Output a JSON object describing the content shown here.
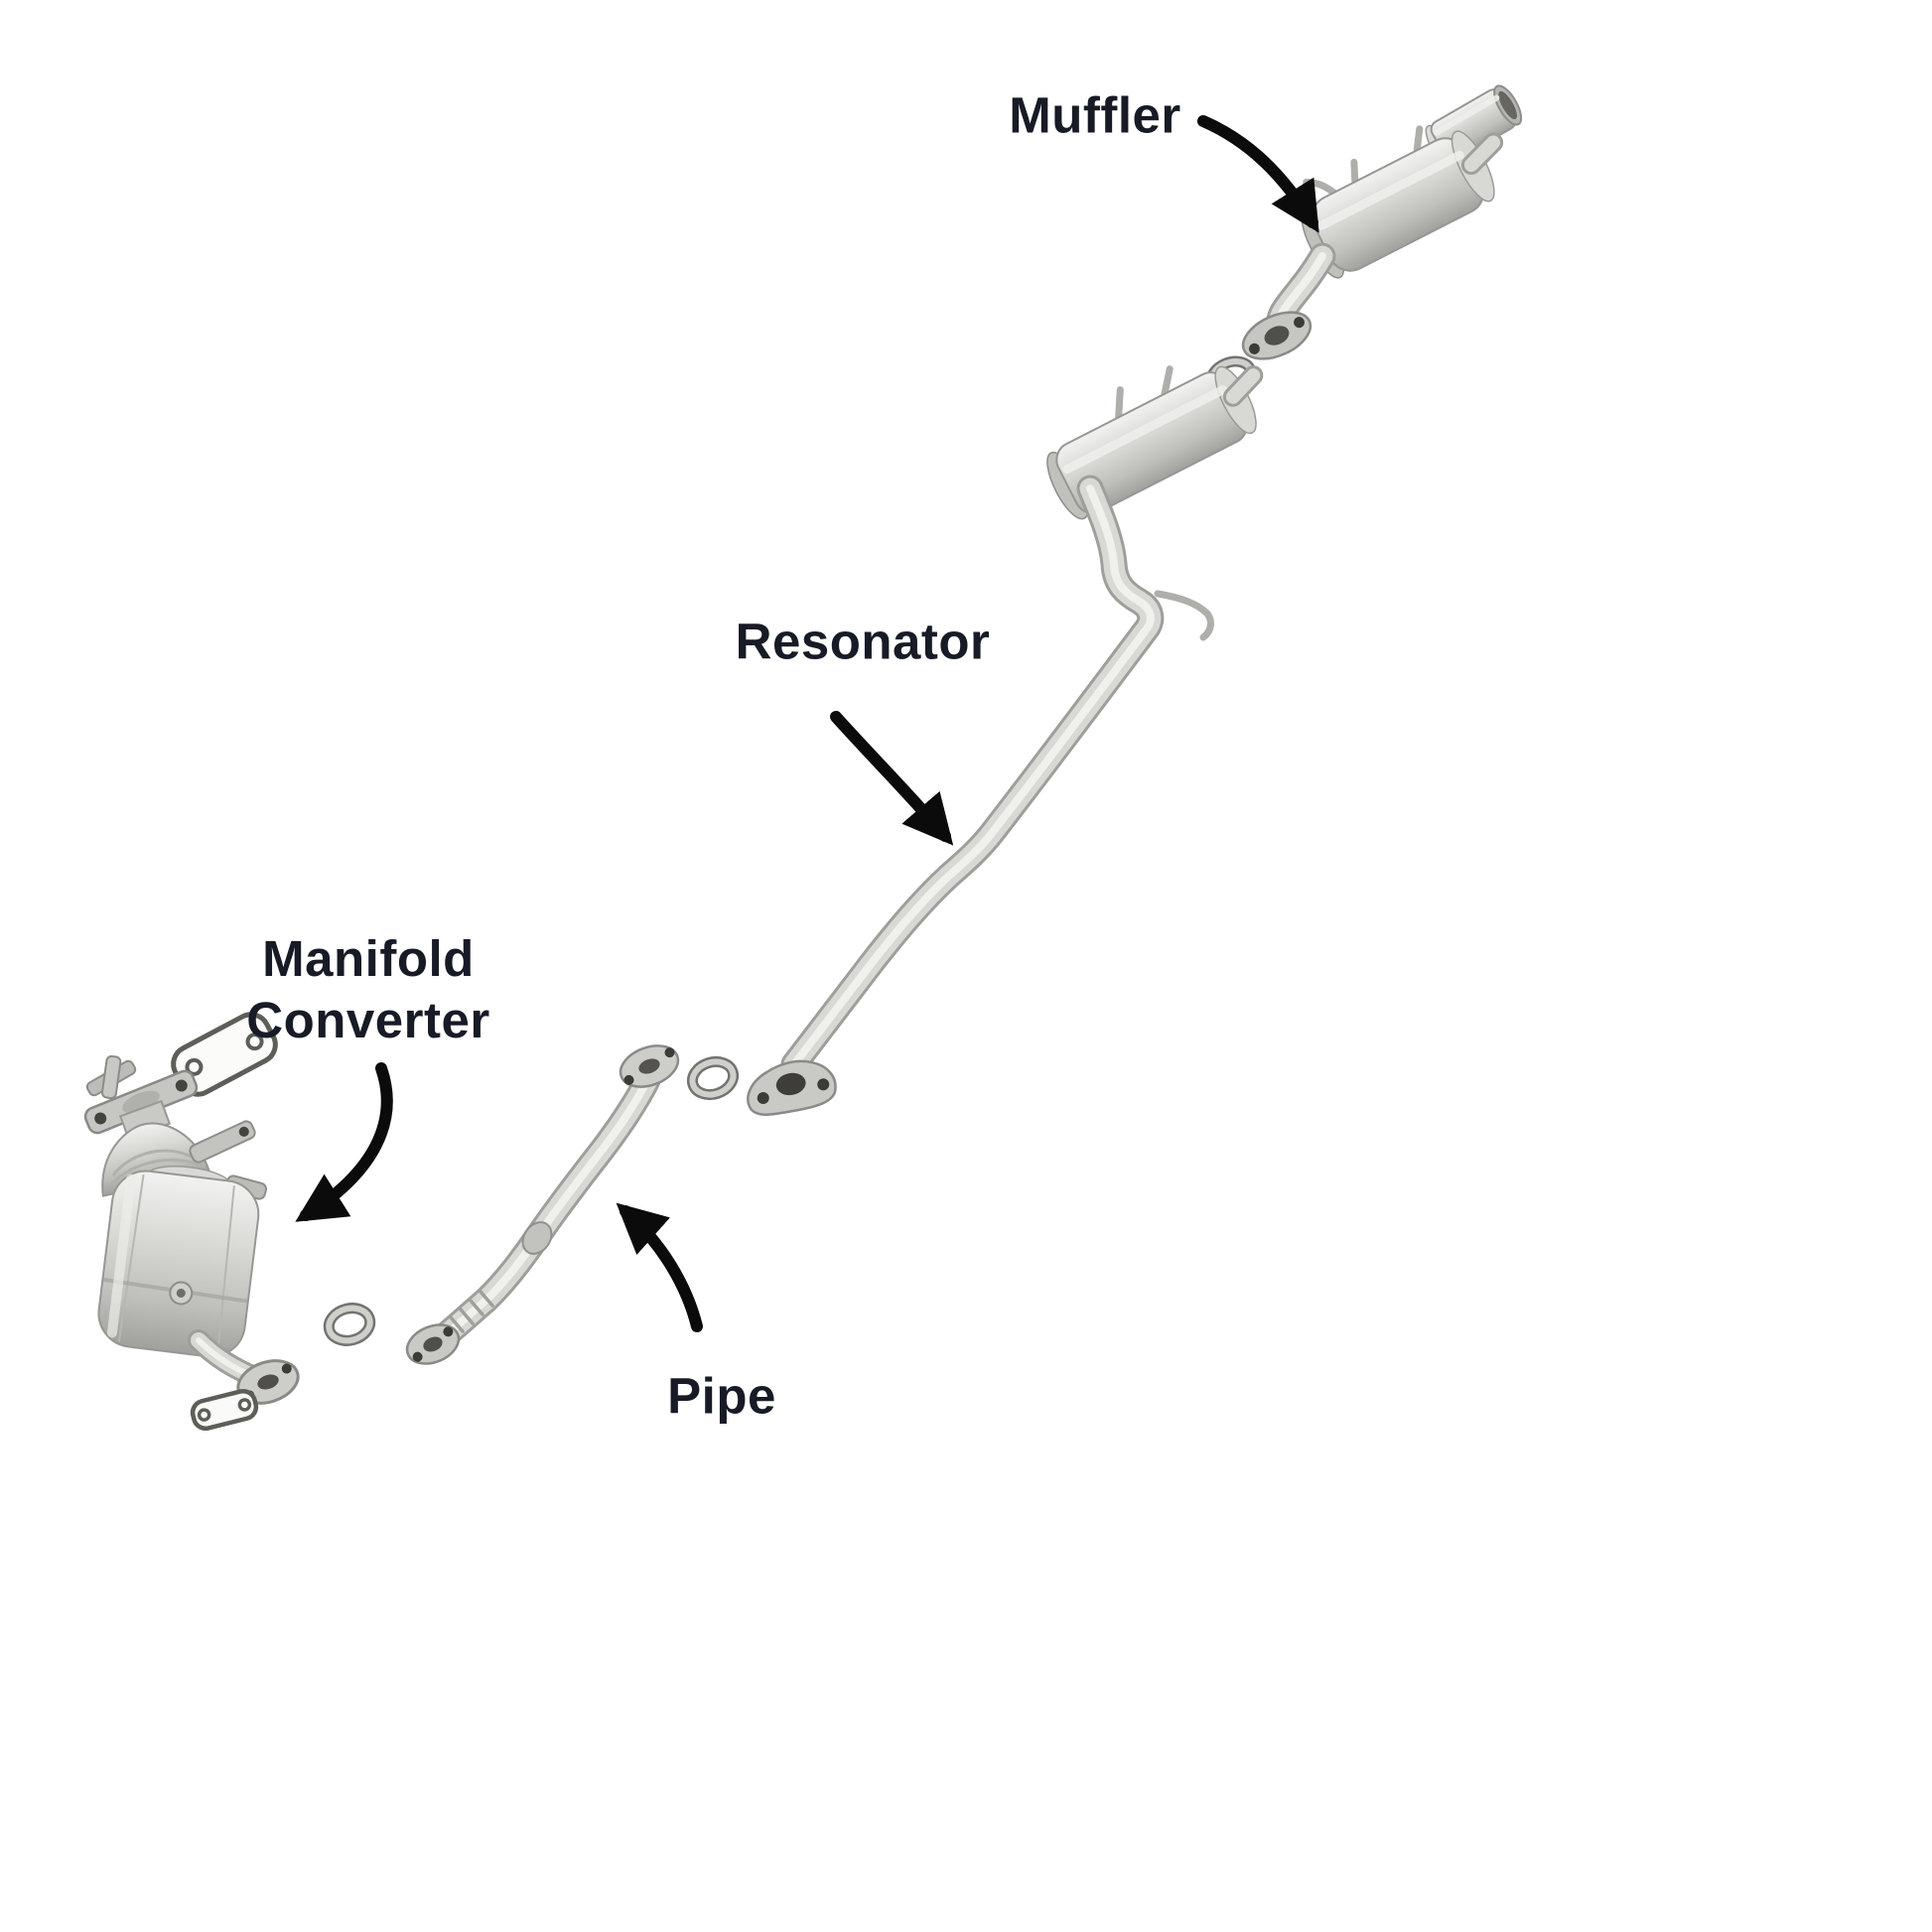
{
  "labels": {
    "muffler": "Muffler",
    "resonator": "Resonator",
    "manifold_line1": "Manifold",
    "manifold_line2": "Converter",
    "pipe": "Pipe"
  },
  "colors": {
    "label_text": "#171b26",
    "arrow": "#0b0b0b",
    "background": "#ffffff",
    "metal_light": "#f0f0ed",
    "metal_mid": "#d2d2cf",
    "metal_dark": "#9c9c98",
    "gasket_outline": "#5e5e59",
    "hole_dark": "#3b3b37"
  }
}
